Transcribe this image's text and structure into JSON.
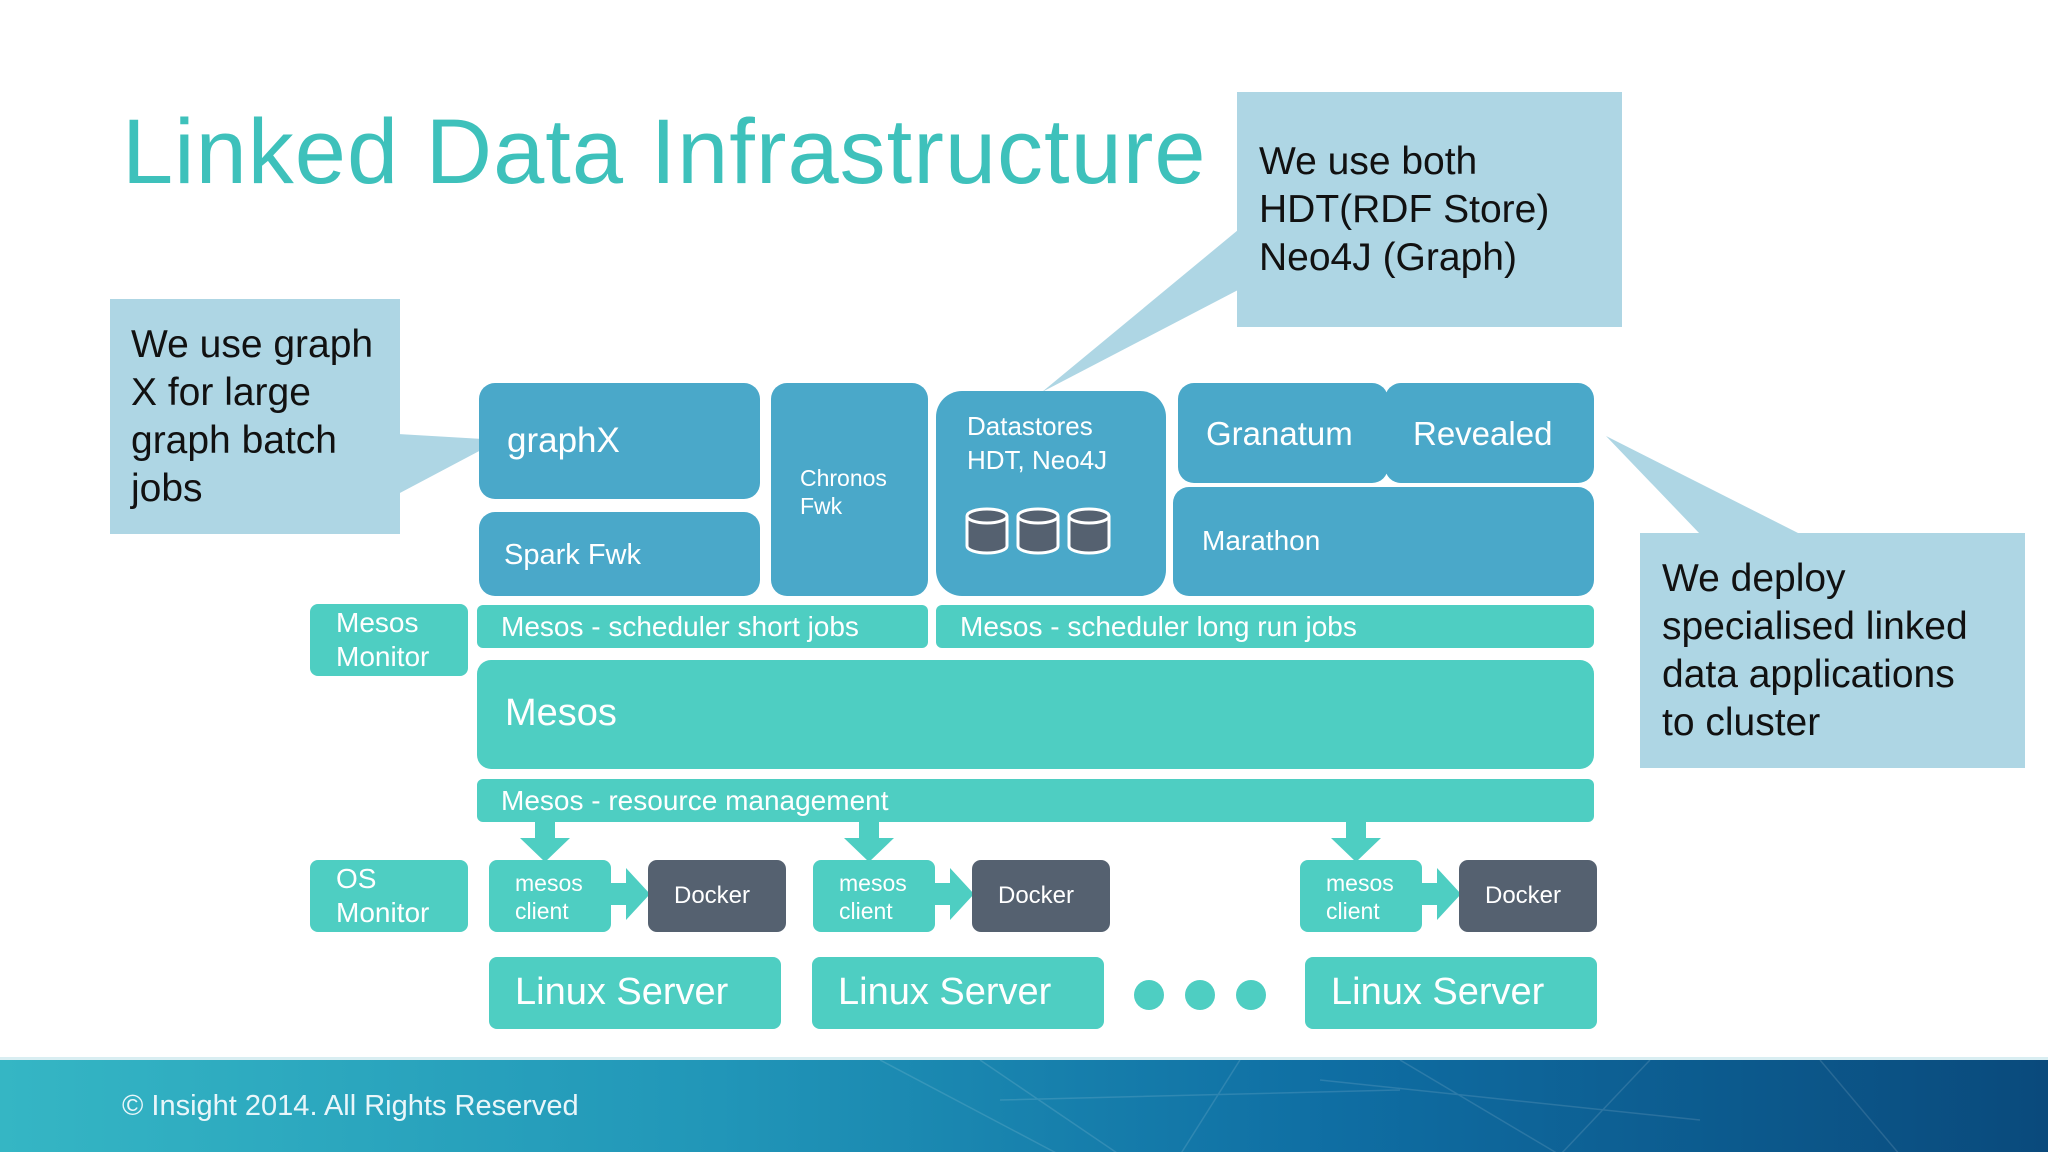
{
  "title": "Linked Data Infrastructure",
  "callouts": {
    "graphx_note": [
      "We use graph",
      "X for large",
      "graph batch",
      "jobs"
    ],
    "datastore_note": [
      "We use both",
      "HDT(RDF Store)",
      "Neo4J (Graph)"
    ],
    "deploy_note": [
      "We deploy",
      "specialised linked",
      "data applications",
      "to cluster"
    ]
  },
  "frameworks": {
    "graphx": "graphX",
    "spark": "Spark Fwk",
    "chronos": [
      "Chronos",
      "Fwk"
    ],
    "datastores": [
      "Datastores",
      "HDT, Neo4J"
    ],
    "granatum": "Granatum",
    "revealed": "Revealed",
    "marathon": "Marathon"
  },
  "mesos": {
    "monitor": [
      "Mesos",
      "Monitor"
    ],
    "scheduler_short": "Mesos - scheduler short jobs",
    "scheduler_long": "Mesos - scheduler long run jobs",
    "core": "Mesos",
    "resource_management": "Mesos - resource management"
  },
  "os_monitor": [
    "OS",
    "Monitor"
  ],
  "nodes": [
    {
      "client": [
        "mesos",
        "client"
      ],
      "docker": "Docker",
      "server": "Linux Server"
    },
    {
      "client": [
        "mesos",
        "client"
      ],
      "docker": "Docker",
      "server": "Linux Server"
    },
    {
      "client": [
        "mesos",
        "client"
      ],
      "docker": "Docker",
      "server": "Linux Server"
    }
  ],
  "footer": "© Insight 2014. All Rights Reserved",
  "colors": {
    "title": "#3ec1bb",
    "framework_blue": "#4aa8c9",
    "mesos_teal": "#4ecec2",
    "docker_dark": "#556170",
    "callout": "#aed6e4"
  }
}
